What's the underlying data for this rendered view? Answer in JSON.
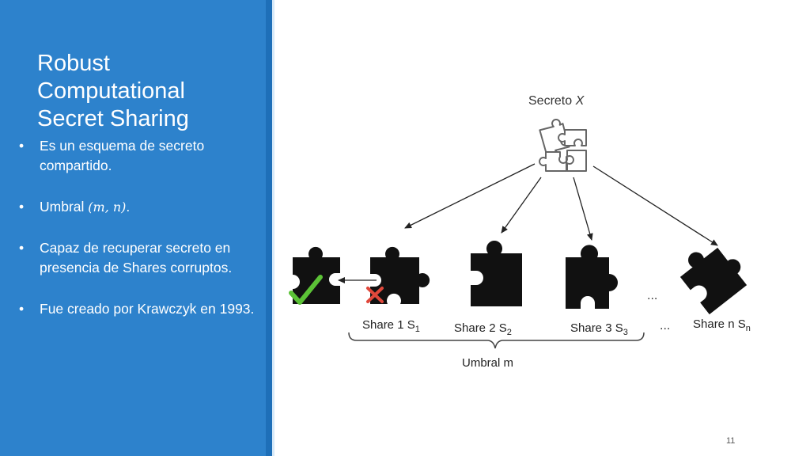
{
  "slide": {
    "title_lines": [
      "Robust",
      "Computational",
      "Secret Sharing"
    ],
    "bullets": [
      "Es un esquema de secreto compartido.",
      "Umbral",
      "Capaz de recuperar secreto en presencia de Shares corruptos.",
      "Fue creado por Krawczyk en 1993."
    ],
    "bullet2_math": "(m, n)",
    "bullet2_suffix": ".",
    "page_number": "11"
  },
  "diagram": {
    "secret_label_prefix": "Secreto ",
    "secret_label_var": "X",
    "share1_label": "Share 1 S",
    "share1_sub": "1",
    "share2_label": "Share 2 S",
    "share2_sub": "2",
    "share3_label": "Share 3 S",
    "share3_sub": "3",
    "sharen_label": "Share n S",
    "sharen_sub": "n",
    "ellipsis_upper": "...",
    "ellipsis_lower": "...",
    "threshold_label": "Umbral m",
    "colors": {
      "piece": "#111111",
      "check": "#5bc236",
      "cross": "#e0483b",
      "arrow": "#222222",
      "outline": "#666666"
    }
  }
}
